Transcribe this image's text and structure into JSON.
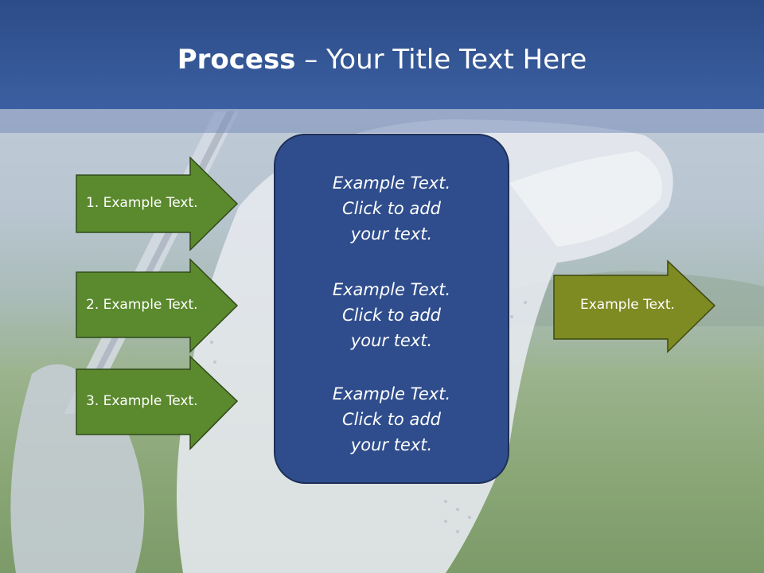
{
  "title": {
    "bold": "Process",
    "rest": " – Your Title Text Here"
  },
  "left_arrows": [
    {
      "label": "1. Example Text."
    },
    {
      "label": "2. Example Text."
    },
    {
      "label": "3. Example Text."
    }
  ],
  "center_box": {
    "blocks": [
      {
        "line1": "Example Text.",
        "line2": "Click  to add",
        "line3": "your text."
      },
      {
        "line1": "Example Text.",
        "line2": "Click  to add",
        "line3": "your text."
      },
      {
        "line1": "Example Text.",
        "line2": "Click  to add",
        "line3": "your text."
      }
    ]
  },
  "right_arrow": {
    "label": "Example Text."
  },
  "colors": {
    "header": "#3b5fa0",
    "left_arrow_fill": "#5b8a2e",
    "right_arrow_fill": "#7d8b22",
    "center_box_fill": "#2f4d8c"
  }
}
